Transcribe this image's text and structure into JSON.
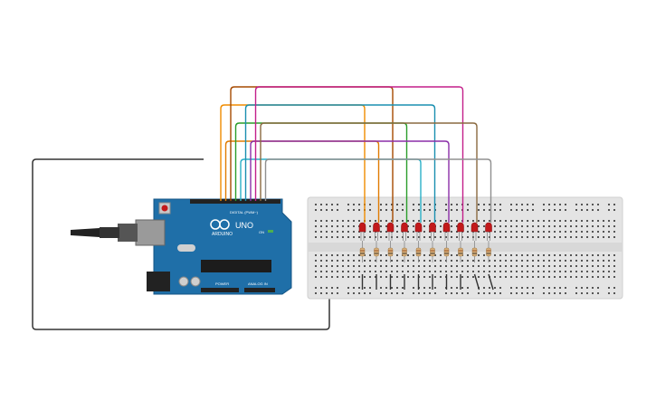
{
  "arduino": {
    "brand": "ARDUINO",
    "model": "UNO",
    "digital_label": "DIGITAL (PWM~)",
    "power_label": "POWER",
    "analog_label": "ANALOG IN",
    "on_label": "ON"
  },
  "colors": {
    "board": "#1f6fa8",
    "breadboard": "#e4e4e4",
    "led": "#c2191b",
    "ground_wire": "#333333",
    "usb": "#555555"
  },
  "leds": [
    {
      "wire_color": "#f08c00"
    },
    {
      "wire_color": "#e07b00"
    },
    {
      "wire_color": "#a64a00"
    },
    {
      "wire_color": "#2a9d2a"
    },
    {
      "wire_color": "#2ab0c8"
    },
    {
      "wire_color": "#1a8fb0"
    },
    {
      "wire_color": "#8b2fa8"
    },
    {
      "wire_color": "#c31f8a"
    },
    {
      "wire_color": "#8a6a40"
    },
    {
      "wire_color": "#909090"
    }
  ]
}
